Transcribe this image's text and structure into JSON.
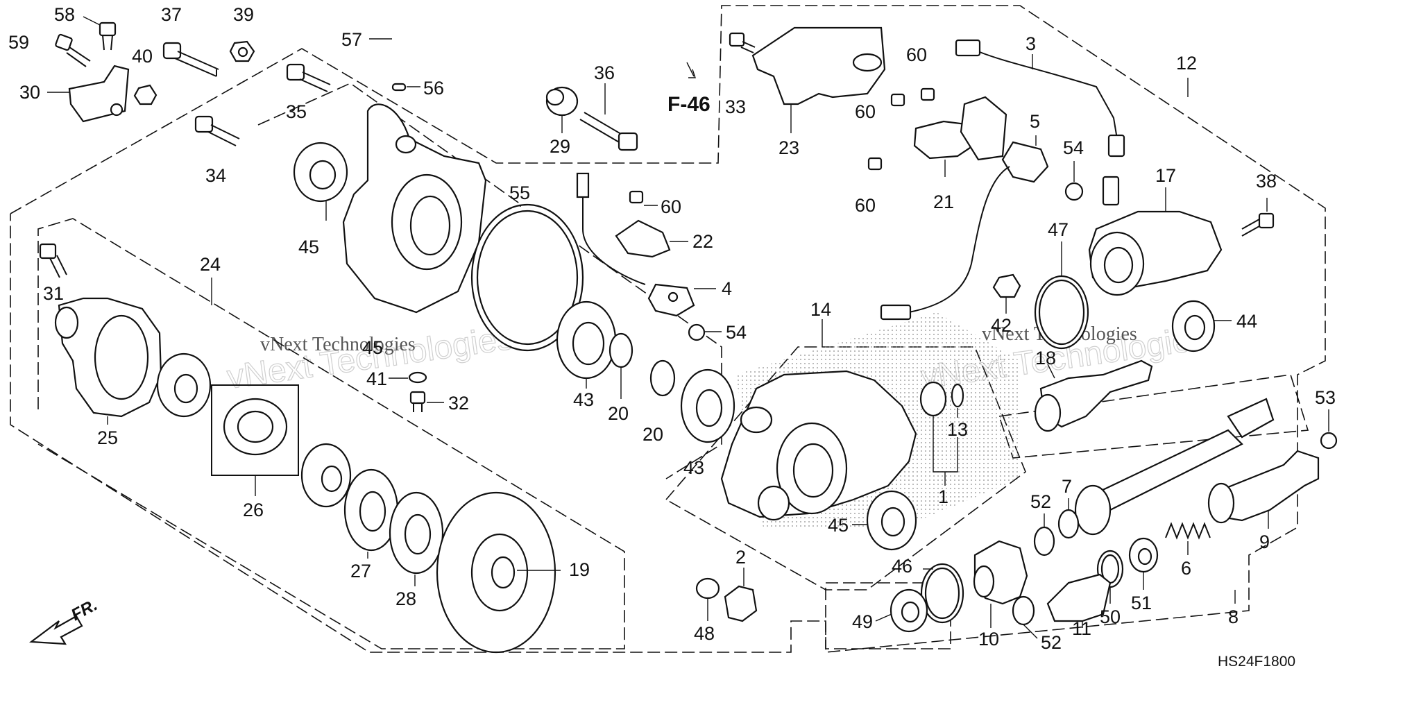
{
  "diagram": {
    "code": "HS24F1800",
    "reference": "F-46",
    "direction_label": "FR.",
    "watermark": {
      "primary": "vNext Technologies",
      "secondary": "vNext Technologies"
    },
    "callouts": [
      {
        "id": "c58",
        "num": "58"
      },
      {
        "id": "c59",
        "num": "59"
      },
      {
        "id": "c37",
        "num": "37"
      },
      {
        "id": "c39",
        "num": "39"
      },
      {
        "id": "c40",
        "num": "40"
      },
      {
        "id": "c30",
        "num": "30"
      },
      {
        "id": "c57",
        "num": "57"
      },
      {
        "id": "c56",
        "num": "56"
      },
      {
        "id": "c35",
        "num": "35"
      },
      {
        "id": "c36",
        "num": "36"
      },
      {
        "id": "c29",
        "num": "29"
      },
      {
        "id": "c34",
        "num": "34"
      },
      {
        "id": "c33",
        "num": "33"
      },
      {
        "id": "c23",
        "num": "23"
      },
      {
        "id": "c60a",
        "num": "60"
      },
      {
        "id": "c60b",
        "num": "60"
      },
      {
        "id": "c60c",
        "num": "60"
      },
      {
        "id": "c60d",
        "num": "60"
      },
      {
        "id": "c3",
        "num": "3"
      },
      {
        "id": "c12",
        "num": "12"
      },
      {
        "id": "c5",
        "num": "5"
      },
      {
        "id": "c54a",
        "num": "54"
      },
      {
        "id": "c21",
        "num": "21"
      },
      {
        "id": "c17",
        "num": "17"
      },
      {
        "id": "c38",
        "num": "38"
      },
      {
        "id": "c55",
        "num": "55"
      },
      {
        "id": "c22",
        "num": "22"
      },
      {
        "id": "c4",
        "num": "4"
      },
      {
        "id": "c54b",
        "num": "54"
      },
      {
        "id": "c24",
        "num": "24"
      },
      {
        "id": "c31",
        "num": "31"
      },
      {
        "id": "c45a",
        "num": "45"
      },
      {
        "id": "c45b",
        "num": "45"
      },
      {
        "id": "c41",
        "num": "41"
      },
      {
        "id": "c32",
        "num": "32"
      },
      {
        "id": "c43a",
        "num": "43"
      },
      {
        "id": "c20a",
        "num": "20"
      },
      {
        "id": "c20b",
        "num": "20"
      },
      {
        "id": "c43b",
        "num": "43"
      },
      {
        "id": "c14",
        "num": "14"
      },
      {
        "id": "c47",
        "num": "47"
      },
      {
        "id": "c42",
        "num": "42"
      },
      {
        "id": "c44",
        "num": "44"
      },
      {
        "id": "c18",
        "num": "18"
      },
      {
        "id": "c13",
        "num": "13"
      },
      {
        "id": "c1",
        "num": "1"
      },
      {
        "id": "c45c",
        "num": "45"
      },
      {
        "id": "c53",
        "num": "53"
      },
      {
        "id": "c25",
        "num": "25"
      },
      {
        "id": "c26",
        "num": "26"
      },
      {
        "id": "c27",
        "num": "27"
      },
      {
        "id": "c28",
        "num": "28"
      },
      {
        "id": "c19",
        "num": "19"
      },
      {
        "id": "c2",
        "num": "2"
      },
      {
        "id": "c48",
        "num": "48"
      },
      {
        "id": "c52a",
        "num": "52"
      },
      {
        "id": "c7",
        "num": "7"
      },
      {
        "id": "c9",
        "num": "9"
      },
      {
        "id": "c6",
        "num": "6"
      },
      {
        "id": "c46",
        "num": "46"
      },
      {
        "id": "c49",
        "num": "49"
      },
      {
        "id": "c10",
        "num": "10"
      },
      {
        "id": "c52b",
        "num": "52"
      },
      {
        "id": "c11",
        "num": "11"
      },
      {
        "id": "c50",
        "num": "50"
      },
      {
        "id": "c51",
        "num": "51"
      },
      {
        "id": "c8",
        "num": "8"
      }
    ]
  }
}
